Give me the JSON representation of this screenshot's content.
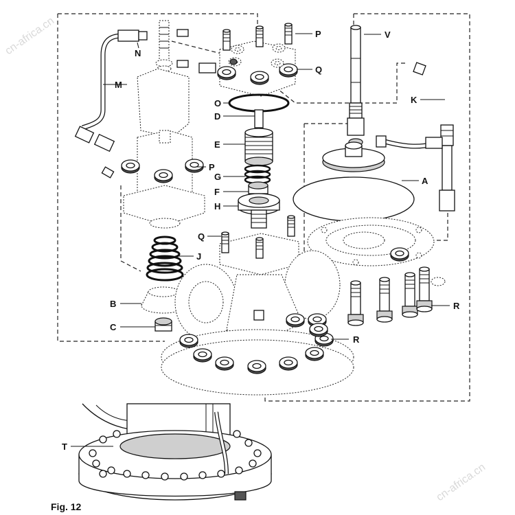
{
  "figure": {
    "caption": "Fig. 12",
    "watermark": "cn-africa.cn",
    "labels": {
      "V": "V",
      "K": "K",
      "A": "A",
      "R1": "R",
      "R2": "R",
      "P1": "P",
      "Q1": "Q",
      "N": "N",
      "M": "M",
      "O": "O",
      "D": "D",
      "E": "E",
      "P2": "P",
      "G": "G",
      "F": "F",
      "H": "H",
      "Q2": "Q",
      "J": "J",
      "B": "B",
      "C": "C",
      "T": "T"
    }
  }
}
